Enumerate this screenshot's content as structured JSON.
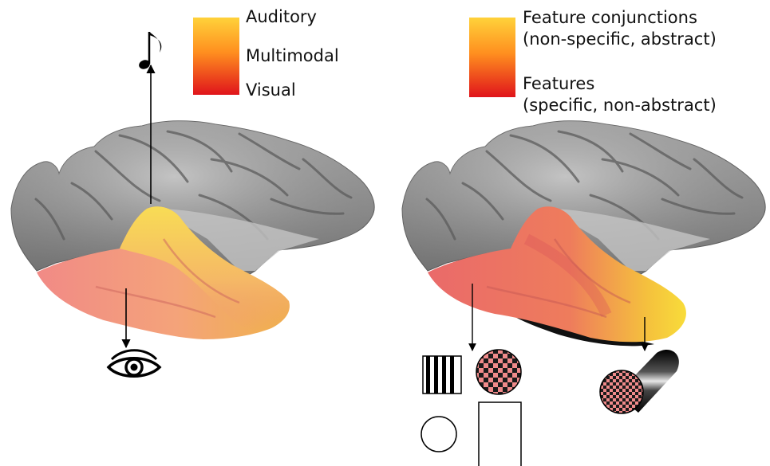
{
  "left_legend": {
    "labels": {
      "top": "Auditory",
      "middle": "Multimodal",
      "bottom": "Visual"
    },
    "gradient": [
      "#ffd23a",
      "#ff8a1e",
      "#e0141b"
    ]
  },
  "right_legend": {
    "top": {
      "line1": "Feature conjunctions",
      "line2": "(non-specific, abstract)"
    },
    "bottom": {
      "line1": "Features",
      "line2": "(specific, non-abstract)"
    },
    "gradient": [
      "#ffd23a",
      "#ff8a1e",
      "#e0141b"
    ]
  },
  "icons": {
    "sound": "music-note-icon",
    "vision": "eye-icon",
    "stimuli": [
      "striped-square-icon",
      "checkered-disc-icon",
      "circle-outline-icon",
      "rectangle-outline-icon",
      "checkered-cylinder-icon"
    ]
  },
  "colors": {
    "cortex": "#8c8c8c",
    "temporal_red": "#ef7268",
    "temporal_yellow": "#f5d54a"
  }
}
